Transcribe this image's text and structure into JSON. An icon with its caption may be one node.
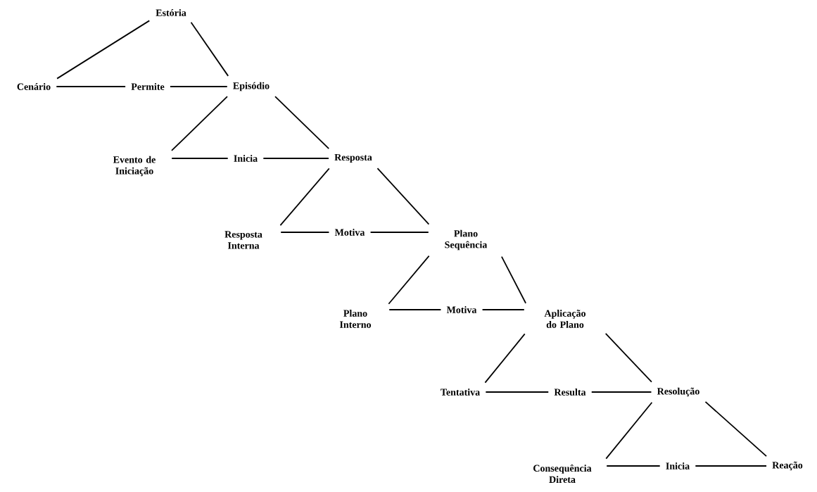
{
  "diagram": {
    "nodes": [
      {
        "text": [
          "Estória"
        ]
      },
      {
        "text": [
          "Cenário"
        ]
      },
      {
        "text": [
          "Permite"
        ]
      },
      {
        "text": [
          "Episódio"
        ]
      },
      {
        "text": [
          "Evento de Iniciação"
        ]
      },
      {
        "text": [
          "Inicia"
        ]
      },
      {
        "text": [
          "Resposta"
        ]
      },
      {
        "text": [
          "Resposta Interna"
        ]
      },
      {
        "text": [
          "Motiva"
        ]
      },
      {
        "text": [
          "Plano Sequência"
        ]
      },
      {
        "text": [
          "Plano Interno"
        ]
      },
      {
        "text": [
          "Motiva"
        ]
      },
      {
        "text": [
          "Aplicação do Plano"
        ]
      },
      {
        "text": [
          "Tentativa"
        ]
      },
      {
        "text": [
          "Resulta"
        ]
      },
      {
        "text": [
          "Resolução"
        ]
      },
      {
        "text": [
          "Consequência Direta"
        ]
      },
      {
        "text": [
          "Inicia"
        ]
      },
      {
        "text": [
          "Reação"
        ]
      }
    ],
    "edges": [
      {
        "from": 0,
        "to": 1,
        "arrow": "none"
      },
      {
        "from": 0,
        "to": 3,
        "arrow": "none"
      },
      {
        "from": 1,
        "to": 2,
        "arrow": "none"
      },
      {
        "from": 2,
        "to": 3,
        "arrow": "none"
      },
      {
        "from": 3,
        "to": 4,
        "arrow": "none"
      },
      {
        "from": 3,
        "to": 6,
        "arrow": "none"
      },
      {
        "from": 4,
        "to": 5,
        "arrow": "none"
      },
      {
        "from": 5,
        "to": 6,
        "arrow": "none"
      },
      {
        "from": 6,
        "to": 7,
        "arrow": "none"
      },
      {
        "from": 6,
        "to": 9,
        "arrow": "none"
      },
      {
        "from": 7,
        "to": 8,
        "arrow": "none"
      },
      {
        "from": 8,
        "to": 9,
        "arrow": "none"
      },
      {
        "from": 9,
        "to": 10,
        "arrow": "none"
      },
      {
        "from": 9,
        "to": 12,
        "arrow": "none"
      },
      {
        "from": 10,
        "to": 11,
        "arrow": "none"
      },
      {
        "from": 11,
        "to": 12,
        "arrow": "none"
      },
      {
        "from": 12,
        "to": 13,
        "arrow": "none"
      },
      {
        "from": 12,
        "to": 15,
        "arrow": "none"
      },
      {
        "from": 13,
        "to": 14,
        "arrow": "none"
      },
      {
        "from": 14,
        "to": 15,
        "arrow": "none"
      },
      {
        "from": 15,
        "to": 16,
        "arrow": "none"
      },
      {
        "from": 15,
        "to": 18,
        "arrow": "none"
      },
      {
        "from": 16,
        "to": 17,
        "arrow": "none"
      },
      {
        "from": 17,
        "to": 18,
        "arrow": "none"
      }
    ]
  }
}
